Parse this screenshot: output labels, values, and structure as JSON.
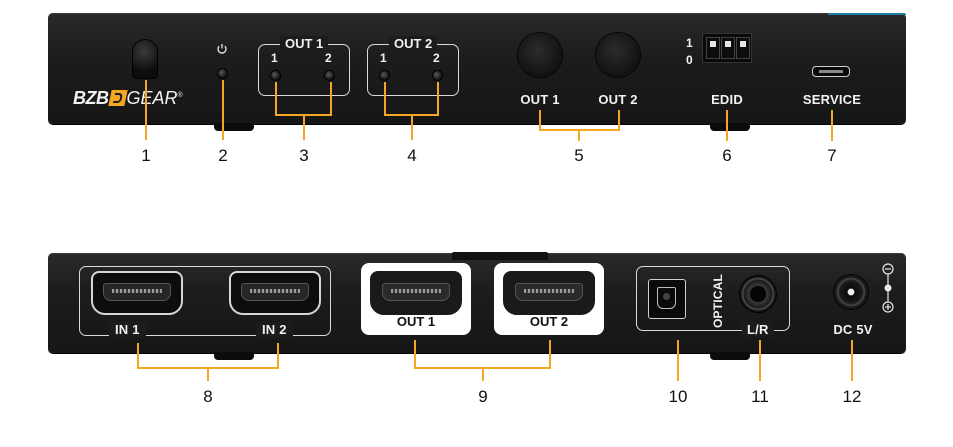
{
  "front": {
    "brand_left": "BZB",
    "brand_right": "GEAR",
    "registered": "®",
    "power_icon": "power-icon",
    "out1_group": "OUT 1",
    "out2_group": "OUT 2",
    "led_one": "1",
    "led_two": "2",
    "button_out1": "OUT 1",
    "button_out2": "OUT 2",
    "dip_on": "1",
    "dip_off": "0",
    "edid": "EDID",
    "service": "SERVICE"
  },
  "rear": {
    "in1": "IN 1",
    "in2": "IN 2",
    "out1": "OUT 1",
    "out2": "OUT 2",
    "optical": "OPTICAL",
    "lr": "L/R",
    "dc": "DC 5V",
    "minus": "−",
    "plus": "+"
  },
  "callouts": [
    "1",
    "2",
    "3",
    "4",
    "5",
    "6",
    "7",
    "8",
    "9",
    "10",
    "11",
    "12"
  ],
  "colors": {
    "callout_line": "#f5a623",
    "panel": "#1c1c1c",
    "accent_edge": "#1e7fa8"
  }
}
